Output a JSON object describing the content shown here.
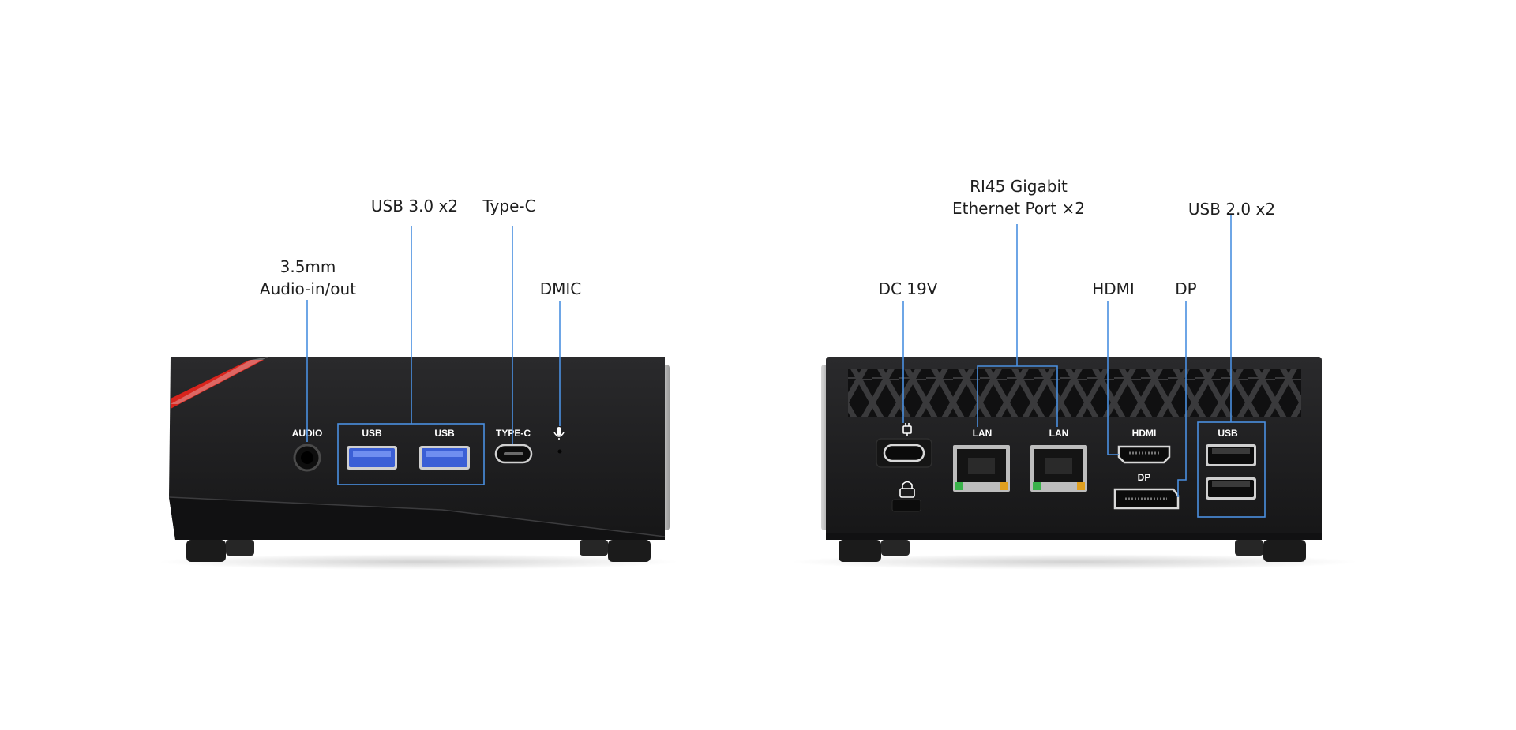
{
  "colors": {
    "leader_line": "#4a8fe0",
    "device_body": "#1f1f21",
    "accent_red": "#d8231c",
    "usb3_blue": "#3b5fd6",
    "lan_green": "#3ab24a",
    "lan_amber": "#e0a020",
    "port_label": "#ffffff"
  },
  "front_callouts": {
    "audio": [
      "3.5mm",
      "Audio-in/out"
    ],
    "usb3": "USB 3.0 x2",
    "typec": "Type-C",
    "dmic": "DMIC"
  },
  "rear_callouts": {
    "dc": "DC 19V",
    "lan": [
      "RI45 Gigabit",
      "Ethernet Port ×2"
    ],
    "hdmi": "HDMI",
    "dp": "DP",
    "usb2": "USB 2.0 x2"
  },
  "front_port_labels": {
    "audio": "AUDIO",
    "usb_a": "USB",
    "usb_b": "USB",
    "typec": "TYPE-C"
  },
  "rear_port_labels": {
    "lan_a": "LAN",
    "lan_b": "LAN",
    "hdmi": "HDMI",
    "dp": "DP",
    "usb": "USB"
  },
  "icons": {
    "mic": "microphone-icon",
    "power": "power-plug-icon",
    "lock": "lock-icon"
  }
}
